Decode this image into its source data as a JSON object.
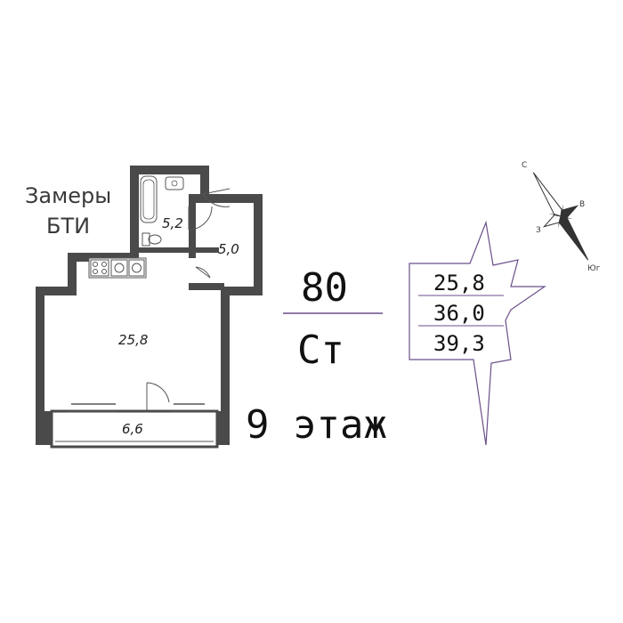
{
  "note": {
    "line1": "Замеры",
    "line2": "БТИ"
  },
  "rooms": {
    "bathroom_area": "5,2",
    "hall_area": "5,0",
    "living_area": "25,8",
    "balcony_area": "6,6"
  },
  "apartment": {
    "number": "80",
    "type": "Ст",
    "floor": "9 этаж"
  },
  "areas": {
    "living": "25,8",
    "total": "36,0",
    "total_with_balcony": "39,3"
  },
  "compass": {
    "north": "С",
    "east": "В",
    "west": "З",
    "south": "Юг"
  },
  "colors": {
    "wall": "#4a4a4a",
    "frame": "#6b4f8a",
    "text": "#111111"
  }
}
